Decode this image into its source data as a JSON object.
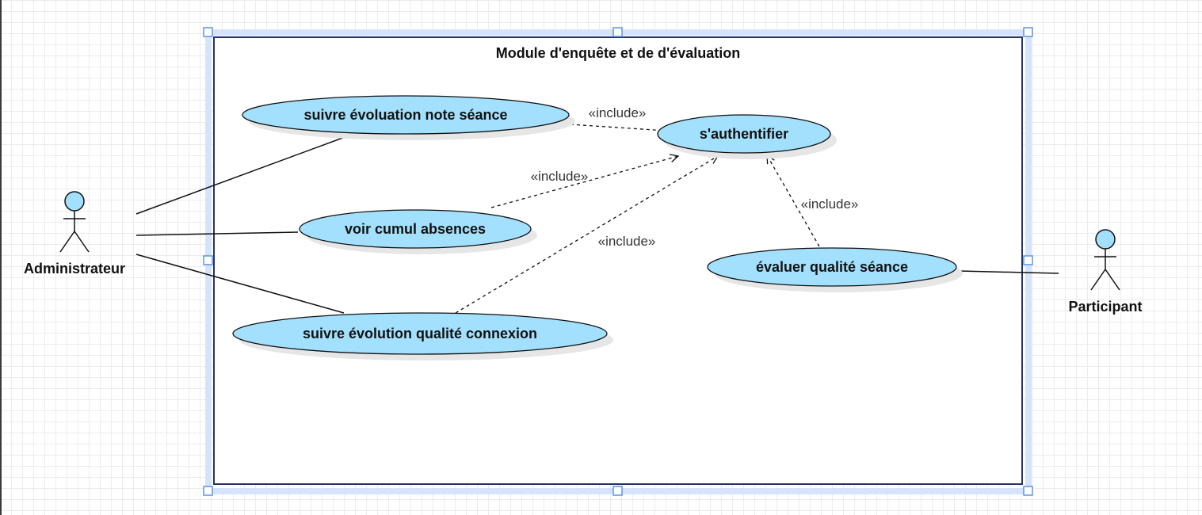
{
  "diagram": {
    "system_title": "Module d'enquête et de d'évaluation",
    "actors": {
      "admin": "Administrateur",
      "participant": "Participant"
    },
    "use_cases": {
      "suivre_note": "suivre évoluation note séance",
      "authentifier": "s'authentifier",
      "voir_absences": "voir cumul absences",
      "evaluer_qualite": "évaluer qualité séance",
      "suivre_connexion": "suivre évolution qualité connexion"
    },
    "relations": {
      "include_1": "«include»",
      "include_2": "«include»",
      "include_3": "«include»",
      "include_4": "«include»"
    }
  },
  "colors": {
    "use_case_fill": "#a3e0fd",
    "use_case_shadow": "#e6e6e6",
    "border": "#111111",
    "selection": "#8fb8ef",
    "grid": "#ececec"
  }
}
